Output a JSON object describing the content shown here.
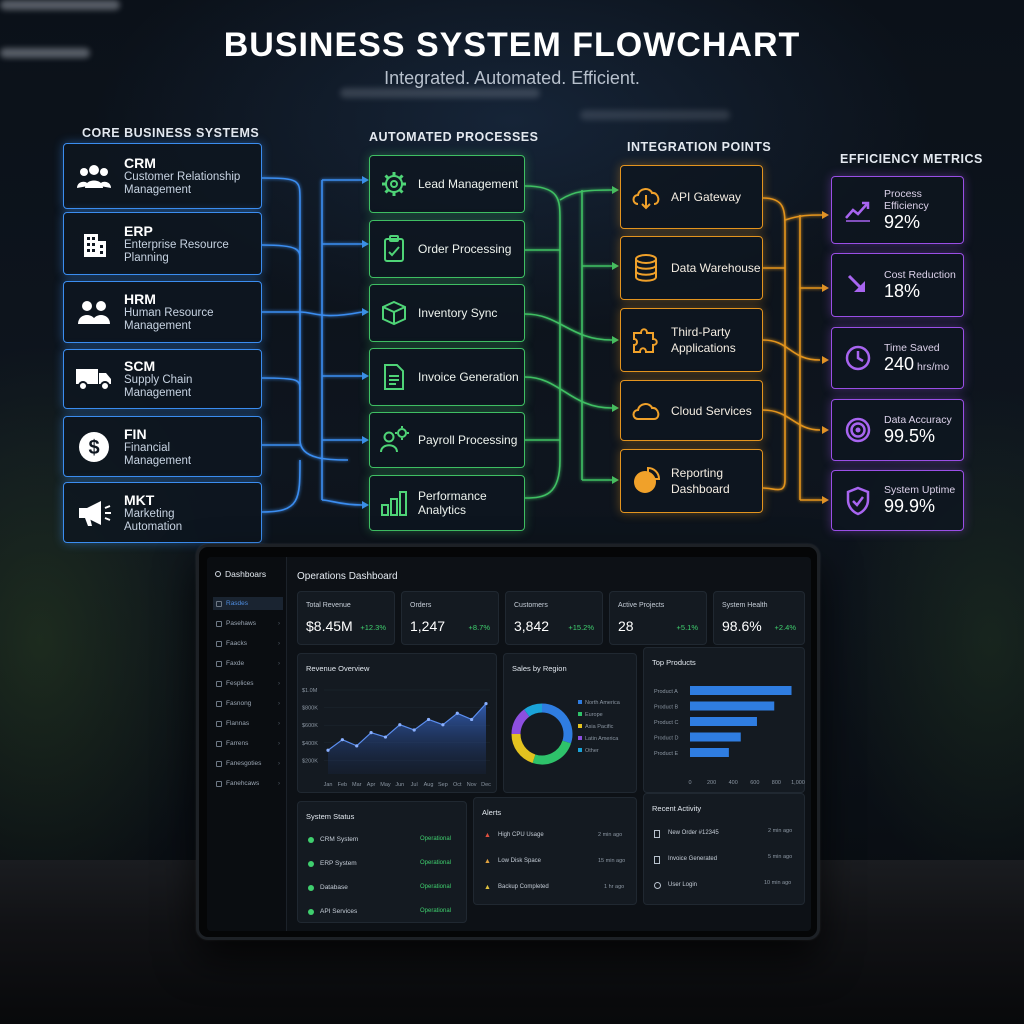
{
  "header": {
    "title": "BUSINESS SYSTEM FLOWCHART",
    "subtitle": "Integrated. Automated. Efficient."
  },
  "columns": {
    "systems": "CORE BUSINESS SYSTEMS",
    "processes": "AUTOMATED PROCESSES",
    "integration": "INTEGRATION POINTS",
    "metrics": "EFFICIENCY METRICS"
  },
  "systems": [
    {
      "code": "CRM",
      "line1": "Customer Relationship",
      "line2": "Management",
      "icon": "users-icon"
    },
    {
      "code": "ERP",
      "line1": "Enterprise Resource",
      "line2": "Planning",
      "icon": "building-icon"
    },
    {
      "code": "HRM",
      "line1": "Human Resource",
      "line2": "Management",
      "icon": "people-icon"
    },
    {
      "code": "SCM",
      "line1": "Supply Chain",
      "line2": "Management",
      "icon": "truck-icon"
    },
    {
      "code": "FIN",
      "line1": "Financial",
      "line2": "Management",
      "icon": "dollar-icon"
    },
    {
      "code": "MKT",
      "line1": "Marketing",
      "line2": "Automation",
      "icon": "megaphone-icon"
    }
  ],
  "processes": [
    {
      "label": "Lead Management",
      "icon": "gear-icon"
    },
    {
      "label": "Order Processing",
      "icon": "clipboard-icon"
    },
    {
      "label": "Inventory Sync",
      "icon": "box-icon"
    },
    {
      "label": "Invoice Generation",
      "icon": "document-icon"
    },
    {
      "label": "Payroll Processing",
      "icon": "user-gear-icon"
    },
    {
      "label": "Performance Analytics",
      "icon": "bar-chart-icon"
    }
  ],
  "integration": [
    {
      "line1": "API Gateway",
      "line2": "",
      "icon": "cloud-download-icon"
    },
    {
      "line1": "Data Warehouse",
      "line2": "",
      "icon": "database-icon"
    },
    {
      "line1": "Third-Party",
      "line2": "Applications",
      "icon": "puzzle-icon"
    },
    {
      "line1": "Cloud Services",
      "line2": "",
      "icon": "cloud-icon"
    },
    {
      "line1": "Reporting",
      "line2": "Dashboard",
      "icon": "pie-chart-icon"
    }
  ],
  "metrics": [
    {
      "label": "Process Efficiency",
      "value": "92%",
      "unit": "",
      "icon": "trend-up-icon"
    },
    {
      "label": "Cost Reduction",
      "value": "18%",
      "unit": "",
      "icon": "arrow-down-icon"
    },
    {
      "label": "Time Saved",
      "value": "240",
      "unit": "hrs/mo",
      "icon": "clock-icon"
    },
    {
      "label": "Data Accuracy",
      "value": "99.5%",
      "unit": "",
      "icon": "target-icon"
    },
    {
      "label": "System Uptime",
      "value": "99.9%",
      "unit": "",
      "icon": "shield-check-icon"
    }
  ],
  "colors": {
    "systems": "#3b8df0",
    "processes": "#3fbf63",
    "integration": "#e3941f",
    "metrics": "#9a4fe6"
  },
  "dashboard": {
    "brand": "Dashboars",
    "title": "Operations Dashboard",
    "nav": [
      "Rasdes",
      "Pasehaws",
      "Faacks",
      "Faxde",
      "Fesplices",
      "Fasnong",
      "Flannas",
      "Farrens",
      "Fanesgoties",
      "Fanehcaws"
    ],
    "kpis": [
      {
        "label": "Total Revenue",
        "value": "$8.45M",
        "delta": "+12.3%"
      },
      {
        "label": "Orders",
        "value": "1,247",
        "delta": "+8.7%"
      },
      {
        "label": "Customers",
        "value": "3,842",
        "delta": "+15.2%"
      },
      {
        "label": "Active Projects",
        "value": "28",
        "delta": "+5.1%"
      },
      {
        "label": "System Health",
        "value": "98.6%",
        "delta": "+2.4%"
      }
    ],
    "revenue": {
      "title": "Revenue Overview"
    },
    "sales": {
      "title": "Sales by Region"
    },
    "products": {
      "title": "Top Products"
    },
    "status": {
      "title": "System Status",
      "rows": [
        {
          "name": "CRM System",
          "state": "Operational"
        },
        {
          "name": "ERP System",
          "state": "Operational"
        },
        {
          "name": "Database",
          "state": "Operational"
        },
        {
          "name": "API Services",
          "state": "Operational"
        }
      ]
    },
    "alerts": {
      "title": "Alerts",
      "rows": [
        {
          "text": "High CPU Usage",
          "time": "2 min ago"
        },
        {
          "text": "Low Disk Space",
          "time": "15 min ago"
        },
        {
          "text": "Backup Completed",
          "time": "1 hr ago"
        }
      ]
    },
    "activity": {
      "title": "Recent Activity",
      "rows": [
        {
          "text": "New Order #12345",
          "time": "2 min ago"
        },
        {
          "text": "Invoice Generated",
          "time": "5 min ago"
        },
        {
          "text": "User Login",
          "time": "10 min ago"
        }
      ]
    }
  },
  "chart_data": [
    {
      "type": "area",
      "title": "Revenue Overview",
      "categories": [
        "Jan",
        "Feb",
        "Mar",
        "Apr",
        "May",
        "Jun",
        "Jul",
        "Aug",
        "Sep",
        "Oct",
        "Nov",
        "Dec"
      ],
      "y_ticks": [
        "$1.0M",
        "$800K",
        "$600K",
        "$400K",
        "$200K"
      ],
      "values": [
        270000,
        390000,
        320000,
        470000,
        420000,
        560000,
        500000,
        620000,
        560000,
        690000,
        620000,
        800000
      ],
      "ylim": [
        0,
        1000000
      ]
    },
    {
      "type": "pie",
      "title": "Sales by Region",
      "labels": [
        "North America",
        "Europe",
        "Asia Pacific",
        "Latin America",
        "Other"
      ],
      "values": [
        30,
        25,
        20,
        15,
        10
      ],
      "colors": [
        "#2f7de1",
        "#2ec26a",
        "#e3c21f",
        "#8d4fe0",
        "#1aa3d8"
      ]
    },
    {
      "type": "bar",
      "title": "Top Products",
      "categories": [
        "Product A",
        "Product B",
        "Product C",
        "Product D",
        "Product E"
      ],
      "values": [
        940,
        780,
        620,
        470,
        360
      ],
      "x_ticks": [
        "0",
        "200",
        "400",
        "600",
        "800",
        "1,000"
      ],
      "xlim": [
        0,
        1000
      ]
    }
  ]
}
